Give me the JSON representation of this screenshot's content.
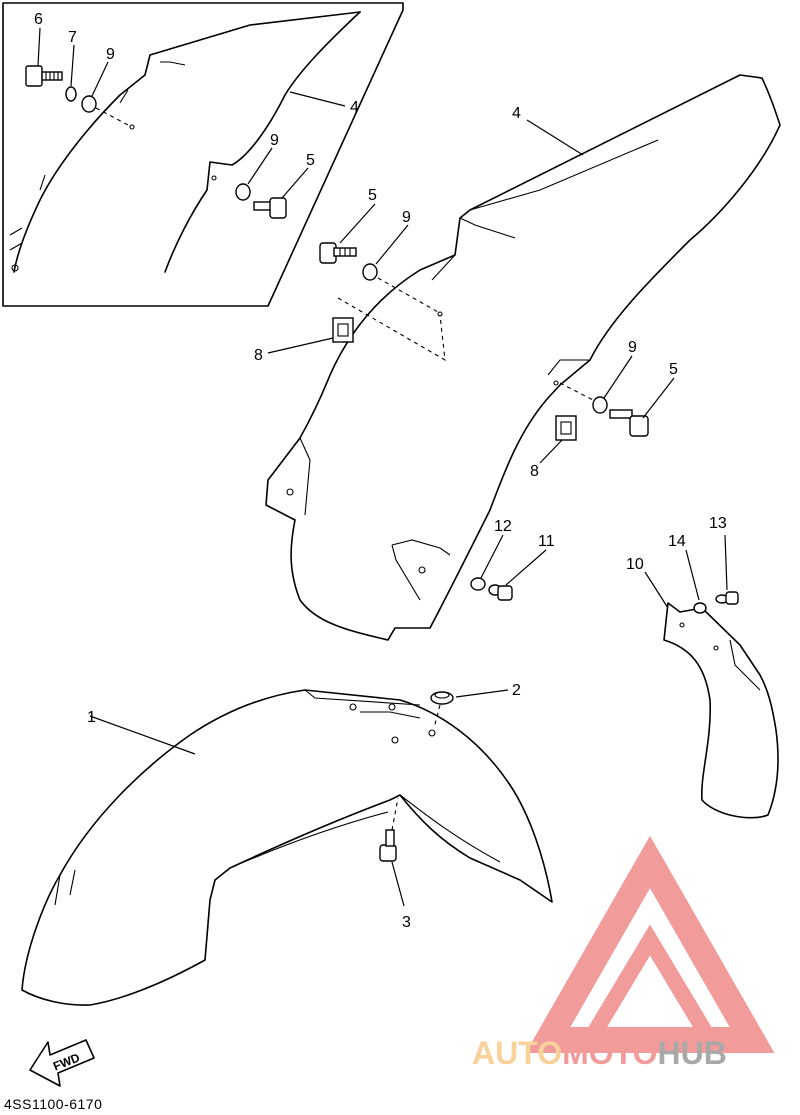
{
  "callouts": {
    "inset_6": "6",
    "inset_7": "7",
    "inset_9a": "9",
    "inset_4": "4",
    "inset_9b": "9",
    "inset_5": "5",
    "main_4": "4",
    "main_5a": "5",
    "main_9a": "9",
    "main_8a": "8",
    "main_9b": "9",
    "main_5b": "5",
    "main_8b": "8",
    "main_12": "12",
    "main_11": "11",
    "main_10": "10",
    "main_14": "14",
    "main_13": "13",
    "main_1": "1",
    "main_2": "2",
    "main_3": "3"
  },
  "fwd_arrow_label": "FWD",
  "diagram_code": "4SS1100-6170",
  "watermark": {
    "part1": "AUTO",
    "part2": "MOTO",
    "part3": "HUB",
    "color_auto": "#f7c98a",
    "color_moto": "#f08a8a",
    "color_hub": "#9a9a9a"
  }
}
